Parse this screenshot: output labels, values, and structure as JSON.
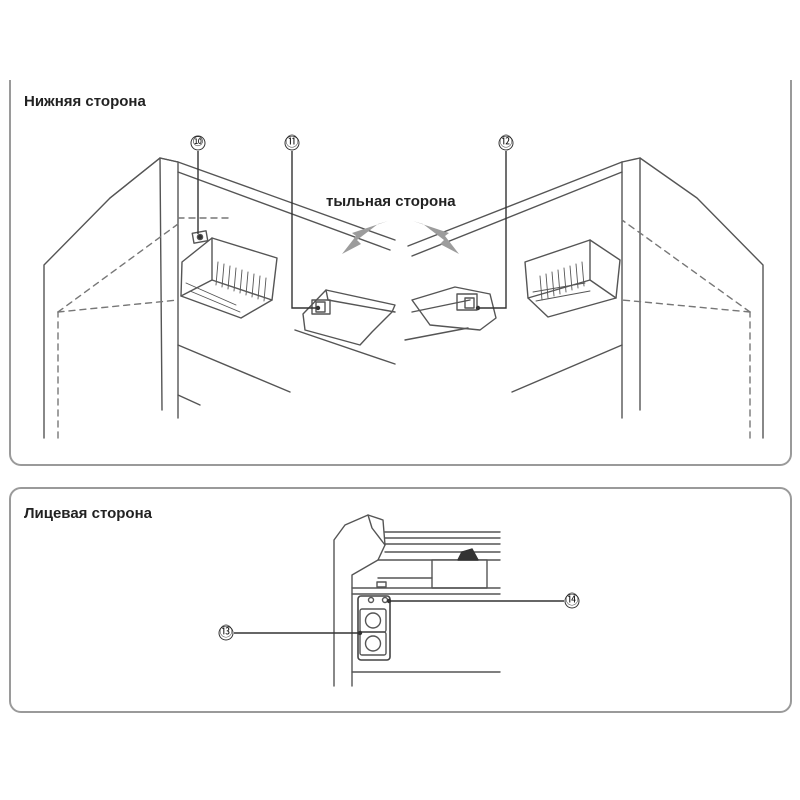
{
  "sections": {
    "bottom_title": "Нижняя сторона",
    "front_title": "Лицевая сторона"
  },
  "labels": {
    "back_side": "тыльная сторона"
  },
  "callouts": [
    "⑩",
    "⑪",
    "⑫",
    "⑬",
    "⑭"
  ]
}
